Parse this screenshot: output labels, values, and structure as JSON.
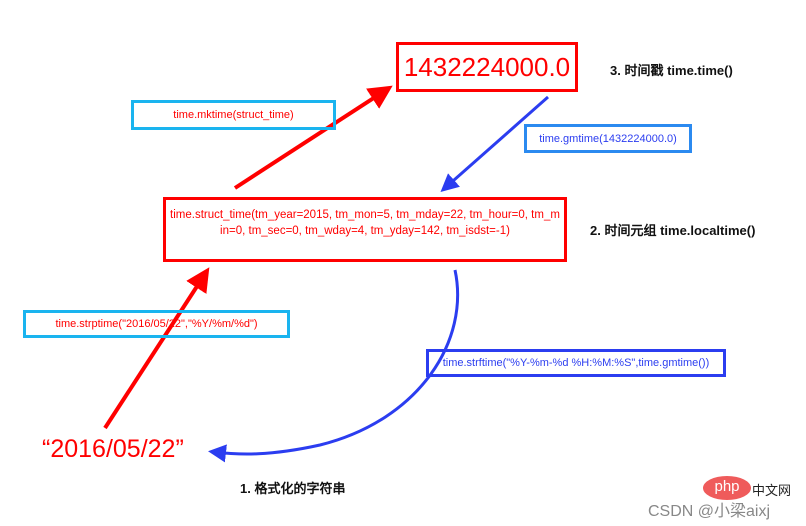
{
  "timestamp": {
    "value": "1432224000.0",
    "label": "3. 时间戳  time.time()"
  },
  "struct_time": {
    "value": "time.struct_time(tm_year=2015, tm_mon=5, tm_mday=22, tm_hour=0, tm_min=0, tm_sec=0, tm_wday=4, tm_yday=142, tm_isdst=-1)",
    "label": "2. 时间元组 time.localtime()"
  },
  "string": {
    "value": "“2016/05/22”",
    "label": "1. 格式化的字符串"
  },
  "functions": {
    "mktime": "time.mktime(struct_time)",
    "gmtime": "time.gmtime(1432224000.0)",
    "strptime": "time.strptime(\"2016/05/22\",\"%Y/%m/%d\")",
    "strftime": "time.strftime(\"%Y-%m-%d %H:%M:%S\",time.gmtime())"
  },
  "watermark": {
    "logo": "php 中文网",
    "text": "CSDN @小梁aixj"
  },
  "colors": {
    "red": "#ff0000",
    "blue": "#2b3df0",
    "cyan": "#1ab4ef"
  }
}
